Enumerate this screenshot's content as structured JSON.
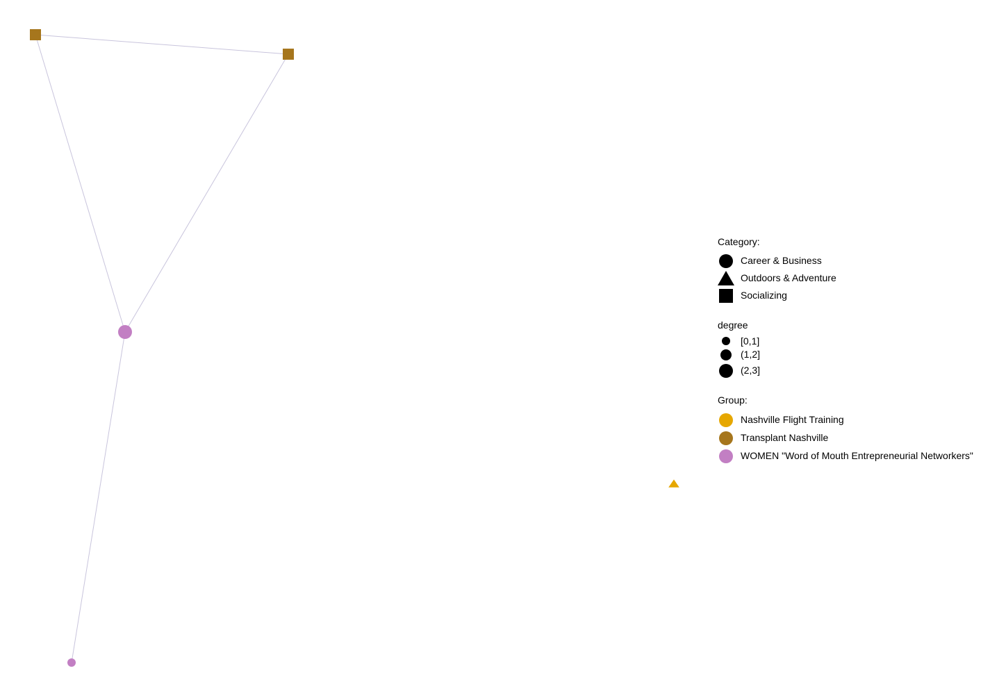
{
  "network": {
    "nodes": [
      {
        "id": "n1",
        "group": "Transplant Nashville",
        "category": "Socializing",
        "degree_bin": "(1,2]"
      },
      {
        "id": "n2",
        "group": "Transplant Nashville",
        "category": "Socializing",
        "degree_bin": "(1,2]"
      },
      {
        "id": "n3",
        "group": "WOMEN \"Word of Mouth Entrepreneurial Networkers\"",
        "category": "Career & Business",
        "degree_bin": "(2,3]"
      },
      {
        "id": "n4",
        "group": "WOMEN \"Word of Mouth Entrepreneurial Networkers\"",
        "category": "Career & Business",
        "degree_bin": "[0,1]"
      },
      {
        "id": "n5",
        "group": "Nashville Flight Training",
        "category": "Outdoors & Adventure",
        "degree_bin": "[0,1]"
      }
    ],
    "edges": [
      {
        "source": "n1",
        "target": "n2"
      },
      {
        "source": "n1",
        "target": "n3"
      },
      {
        "source": "n2",
        "target": "n3"
      },
      {
        "source": "n3",
        "target": "n4"
      }
    ],
    "edge_color": "#c8c4dc"
  },
  "legend": {
    "category": {
      "title": "Category:",
      "items": [
        {
          "label": "Career & Business",
          "shape": "circle"
        },
        {
          "label": "Outdoors & Adventure",
          "shape": "triangle"
        },
        {
          "label": "Socializing",
          "shape": "square"
        }
      ]
    },
    "degree": {
      "title": "degree",
      "items": [
        {
          "label": "[0,1]"
        },
        {
          "label": "(1,2]"
        },
        {
          "label": "(2,3]"
        }
      ]
    },
    "group": {
      "title": "Group:",
      "items": [
        {
          "label": "Nashville Flight Training",
          "color": "#e6a700"
        },
        {
          "label": "Transplant Nashville",
          "color": "#a6761d"
        },
        {
          "label": "WOMEN \"Word of Mouth Entrepreneurial Networkers\"",
          "color": "#c27fc3"
        }
      ]
    }
  }
}
